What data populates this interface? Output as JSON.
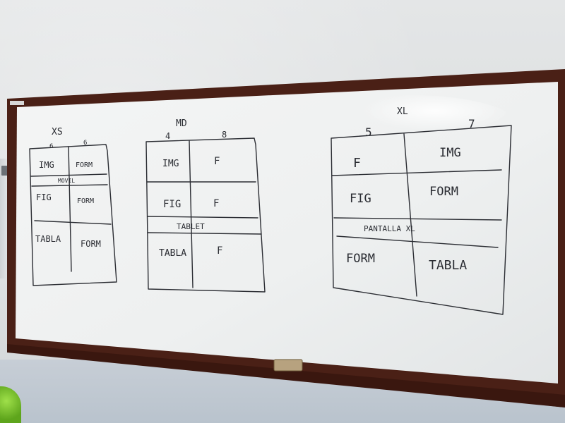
{
  "scene": {
    "subject": "whiteboard",
    "colors": {
      "frame": "#4a2016",
      "board": "#f3f4f4",
      "marker": "#2b2d33",
      "wall": "#dfe1e2"
    }
  },
  "sketches": [
    {
      "heading": "XS",
      "column_widths": [
        "6",
        "6"
      ],
      "cells": [
        [
          "IMG",
          "FORM"
        ],
        [
          "FIG",
          "FORM"
        ],
        [
          "TABLA",
          "FORM"
        ]
      ],
      "bar_label": "MOVIL"
    },
    {
      "heading": "MD",
      "column_widths": [
        "4",
        "8"
      ],
      "cells": [
        [
          "IMG",
          "F"
        ],
        [
          "FIG",
          "F"
        ],
        [
          "TABLA",
          "F"
        ]
      ],
      "bar_label": "TABLET"
    },
    {
      "heading": "XL",
      "column_widths": [
        "5",
        "7"
      ],
      "cells": [
        [
          "F",
          "IMG"
        ],
        [
          "FIG",
          "FORM"
        ],
        [
          "FORM",
          "TABLA"
        ]
      ],
      "bar_label": "PANTALLA XL"
    }
  ]
}
